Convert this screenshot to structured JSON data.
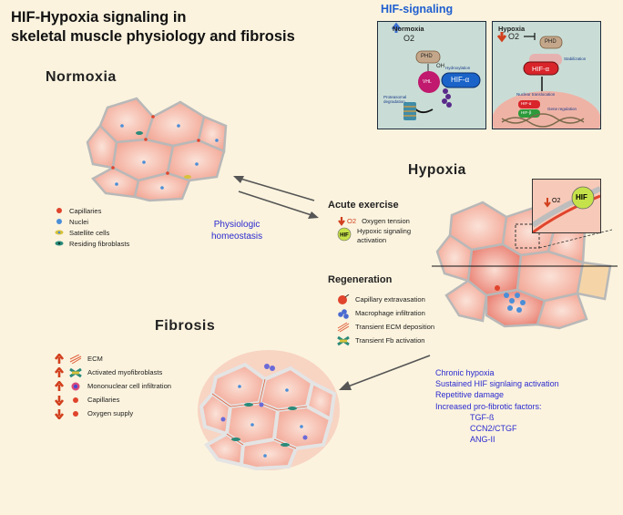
{
  "title": "HIF-Hypoxia signaling in\nskeletal muscle physiology and fibrosis",
  "hif_signaling": {
    "heading": "HIF-signaling",
    "normoxia_panel": {
      "label": "Normoxia",
      "o2": "O2",
      "phd": "PHD",
      "oh": "OH",
      "hydroxylation": "Hydroxylation",
      "hif_alpha": "HIF-α",
      "vhl": "VHL",
      "proteasomal": "Proteasomal\ndegradation"
    },
    "hypoxia_panel": {
      "label": "Hypoxia",
      "o2": "O2",
      "phd": "PHD",
      "stabilization": "Stabilization",
      "hif_alpha": "HIF-α",
      "nuclear": "Nuclear translocation",
      "hif_small_1": "HIF-α",
      "hif_small_2": "HIF-β",
      "gene_regulation": "Gene regulation"
    }
  },
  "normoxia": {
    "label": "Normoxia",
    "legend": [
      {
        "icon": "capillary-icon",
        "color": "#e0442c",
        "label": "Capillaries"
      },
      {
        "icon": "nucleus-icon",
        "color": "#4a8ed8",
        "label": "Nuclei"
      },
      {
        "icon": "satellite-cell-icon",
        "color": "#d8c23a",
        "label": "Satellite cells"
      },
      {
        "icon": "fibroblast-icon",
        "color": "#2a8a7a",
        "label": "Residing fibroblasts"
      }
    ]
  },
  "homeostasis": {
    "text": "Physiologic\nhomeostasis"
  },
  "hypoxia": {
    "label": "Hypoxia",
    "zoom_hif": "HIF",
    "zoom_o2": "O2"
  },
  "acute_exercise": {
    "heading": "Acute exercise",
    "items": [
      {
        "icon": "oxygen-down-icon",
        "prefix": "O2",
        "label": "Oxygen tension"
      },
      {
        "icon": "hif-icon",
        "prefix": "HIF",
        "label": "Hypoxic signaling\nactivation"
      }
    ]
  },
  "regeneration": {
    "heading": "Regeneration",
    "items": [
      {
        "icon": "capillary-extravasation-icon",
        "label": "Capillary extravasation"
      },
      {
        "icon": "macrophage-icon",
        "label": "Macrophage infiltration"
      },
      {
        "icon": "ecm-deposition-icon",
        "label": "Transient ECM deposition"
      },
      {
        "icon": "fb-activation-icon",
        "label": "Transient Fb activation"
      }
    ]
  },
  "fibrosis": {
    "label": "Fibrosis",
    "legend": [
      {
        "direction": "up",
        "icon": "ecm-icon",
        "label": "ECM"
      },
      {
        "direction": "up",
        "icon": "myofibroblast-icon",
        "label": "Activated myofibroblasts"
      },
      {
        "direction": "up",
        "icon": "mononuclear-cell-icon",
        "label": "Mononuclear cell infiltration"
      },
      {
        "direction": "down",
        "icon": "capillary-icon",
        "label": "Capillaries"
      },
      {
        "direction": "down",
        "icon": "oxygen-icon",
        "label": "Oxygen supply"
      }
    ]
  },
  "chronic": {
    "lines": [
      "Chronic hypoxia",
      "Sustained HIF signlaing activation",
      "Repetitive damage",
      "Increased pro-fibrotic factors:"
    ],
    "factors": [
      "TGF-ß",
      "CCN2/CTGF",
      "ANG-II"
    ]
  },
  "colors": {
    "up_arrow": "#d2401e",
    "down_arrow": "#d2401e",
    "blue_text": "#2a2ad0",
    "panel_bg": "#c9ddd6",
    "background": "#fbf3de"
  }
}
